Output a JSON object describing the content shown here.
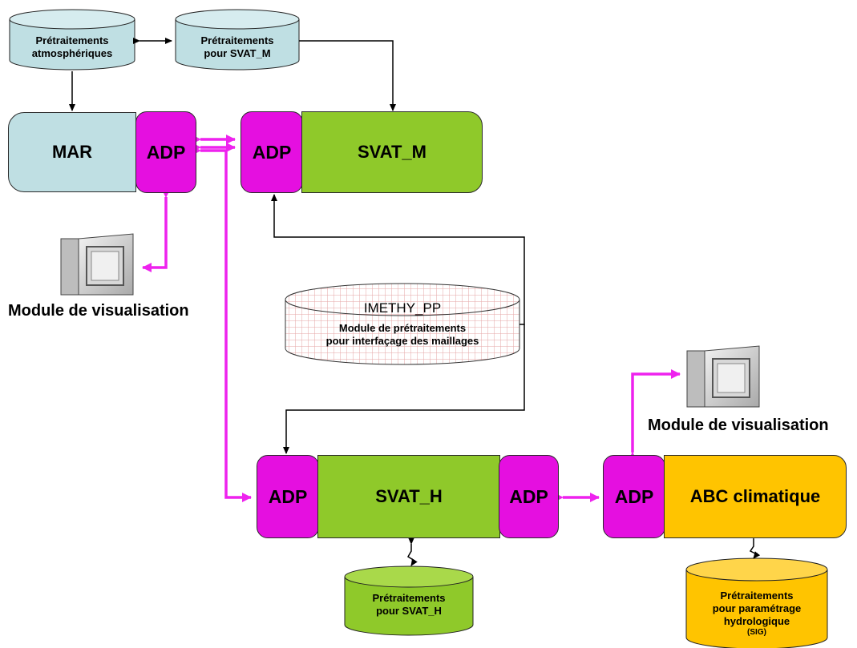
{
  "top_left_cylinder": {
    "line1": "Prétraitements",
    "line2": "atmosphériques"
  },
  "top_right_cylinder": {
    "line1": "Prétraitements",
    "line2": "pour SVAT_M"
  },
  "mar_block": {
    "label": "MAR",
    "adp": "ADP"
  },
  "svat_m_block": {
    "adp": "ADP",
    "label": "SVAT_M"
  },
  "svat_h_block": {
    "adp_left": "ADP",
    "label": "SVAT_H",
    "adp_right": "ADP"
  },
  "abc_block": {
    "adp": "ADP",
    "label": "ABC climatique"
  },
  "imethy_cylinder": {
    "title": "IMETHY_PP",
    "line1": "Module de prétraitements",
    "line2": "pour interfaçage des maillages"
  },
  "svat_h_cylinder": {
    "line1": "Prétraitements",
    "line2": "pour SVAT_H"
  },
  "abc_cylinder": {
    "line1": "Prétraitements",
    "line2": "pour paramétrage",
    "line3": "hydrologique",
    "line4": "(SIG)"
  },
  "visu_left": {
    "caption": "Module de visualisation",
    "icon": "monitor-icon"
  },
  "visu_right": {
    "caption": "Module de visualisation",
    "icon": "monitor-icon"
  },
  "colors": {
    "mar": "#bfdfe3",
    "adp": "#e50fe0",
    "svat": "#8fc92a",
    "abc": "#ffc400",
    "link": "#ee22ee",
    "line": "#000000"
  }
}
